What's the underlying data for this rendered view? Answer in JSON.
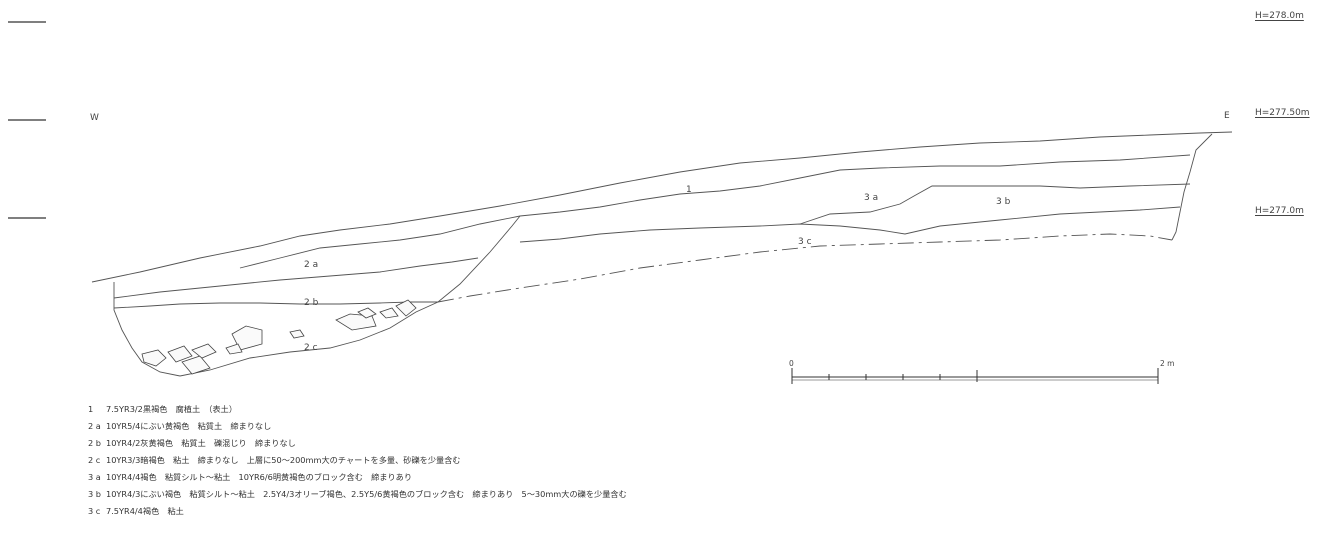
{
  "orientation": {
    "west": "W",
    "east": "E"
  },
  "elevations": [
    "H=278.0m",
    "H=277.50m",
    "H=277.0m"
  ],
  "layer_labels": {
    "l1": "1",
    "l2a": "2 a",
    "l2b": "2 b",
    "l2c": "2 c",
    "l3a": "3 a",
    "l3b": "3 b",
    "l3c": "3 c"
  },
  "scale": {
    "start": "0",
    "end": "2 m"
  },
  "legend": [
    {
      "id": "1",
      "text": "7.5YR3/2黒褐色　腐植土　（表土）"
    },
    {
      "id": "2 a",
      "text": "10YR5/4にぶい黄褐色　粘質土　締まりなし"
    },
    {
      "id": "2 b",
      "text": "10YR4/2灰黄褐色　粘質土　礫混じり　締まりなし"
    },
    {
      "id": "2 c",
      "text": "10YR3/3暗褐色　粘土　締まりなし　上層に50～200mm大のチャートを多量、砂礫を少量含む"
    },
    {
      "id": "3 a",
      "text": "10YR4/4褐色　粘質シルト～粘土　10YR6/6明黄褐色のブロック含む　締まりあり"
    },
    {
      "id": "3 b",
      "text": "10YR4/3にぶい褐色　粘質シルト～粘土　2.5Y4/3オリーブ褐色、2.5Y5/6黄褐色のブロック含む　締まりあり　5～30mm大の礫を少量含む"
    },
    {
      "id": "3 c",
      "text": "7.5YR4/4褐色　粘土"
    }
  ]
}
